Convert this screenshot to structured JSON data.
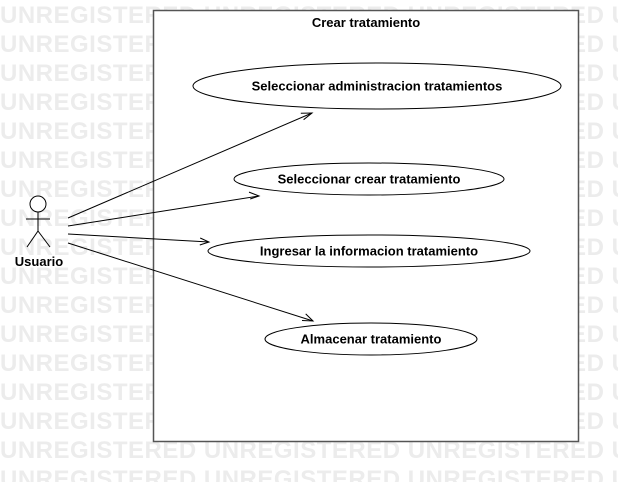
{
  "watermark": {
    "text": "UNREGISTERED",
    "color": "#ececec"
  },
  "diagram": {
    "system_boundary": {
      "title": "Crear tratamiento"
    },
    "actor": {
      "label": "Usuario",
      "icon": "stick-figure-icon"
    },
    "use_cases": [
      {
        "label": "Seleccionar administracion tratamientos"
      },
      {
        "label": "Seleccionar crear tratamiento"
      },
      {
        "label": "Ingresar la informacion tratamiento"
      },
      {
        "label": "Almacenar tratamiento"
      }
    ],
    "colors": {
      "stroke": "#000000",
      "boundary_fill": "#ffffff",
      "use_case_fill": "#ffffff"
    }
  }
}
